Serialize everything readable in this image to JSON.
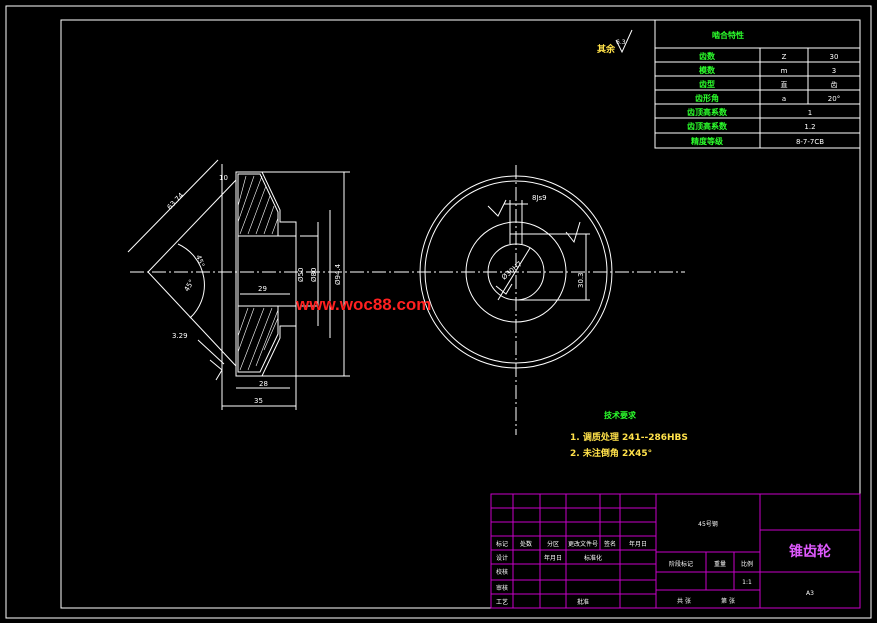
{
  "colors": {
    "background": "#000000",
    "line": "#ffffff",
    "label": "#2cff2c",
    "note": "#ffe14a",
    "titleblock": "#c800c8",
    "watermark": "#ff2020"
  },
  "roughness": "其余",
  "mesh_table": {
    "title": "啮合特性",
    "rows": [
      {
        "name": "齿数",
        "sym": "Z",
        "val": "30"
      },
      {
        "name": "模数",
        "sym": "m",
        "val": "3"
      },
      {
        "name": "齿型",
        "sym": "直",
        "val": "齿"
      },
      {
        "name": "齿形角",
        "sym": "a",
        "val": "20°"
      },
      {
        "name": "齿顶高系数",
        "sym": "",
        "val": "1"
      },
      {
        "name": "齿顶高系数",
        "sym": "",
        "val": "1.2"
      },
      {
        "name": "精度等级",
        "sym": "",
        "val": "8-7-7CB"
      }
    ]
  },
  "dims": {
    "slant": "63.74",
    "top": "10",
    "angle1": "45°",
    "angle2": "45°",
    "chamfer": "3.29",
    "bore_len": "29",
    "d50": "Ø50",
    "d80": "Ø80",
    "d94": "Ø94.4",
    "len28": "28",
    "len35": "35",
    "keyw": "8Js9",
    "bore": "Ø30H7",
    "keyh": "30.3"
  },
  "watermark": "www.woc88.com",
  "tech": {
    "title": "技术要求",
    "items": [
      "1. 调质处理 241--286HBS",
      "2. 未注倒角 2X45°"
    ]
  },
  "titleblock": {
    "material": "45号钢",
    "part": "锥齿轮",
    "size": "A3",
    "scale": "1:1",
    "h_mark": "标记",
    "h_count": "处数",
    "h_zone": "分区",
    "h_doc": "更改文件号",
    "h_sign": "签名",
    "h_date": "年月日",
    "design": "设计",
    "std": "标准化",
    "sign_date": "年月日",
    "check": "审核",
    "review": "校核",
    "process": "工艺",
    "approve": "批准",
    "stage": "阶段标记",
    "weight": "重量",
    "ratio": "比例",
    "sheets": "共 张",
    "sheet": "第 张"
  }
}
